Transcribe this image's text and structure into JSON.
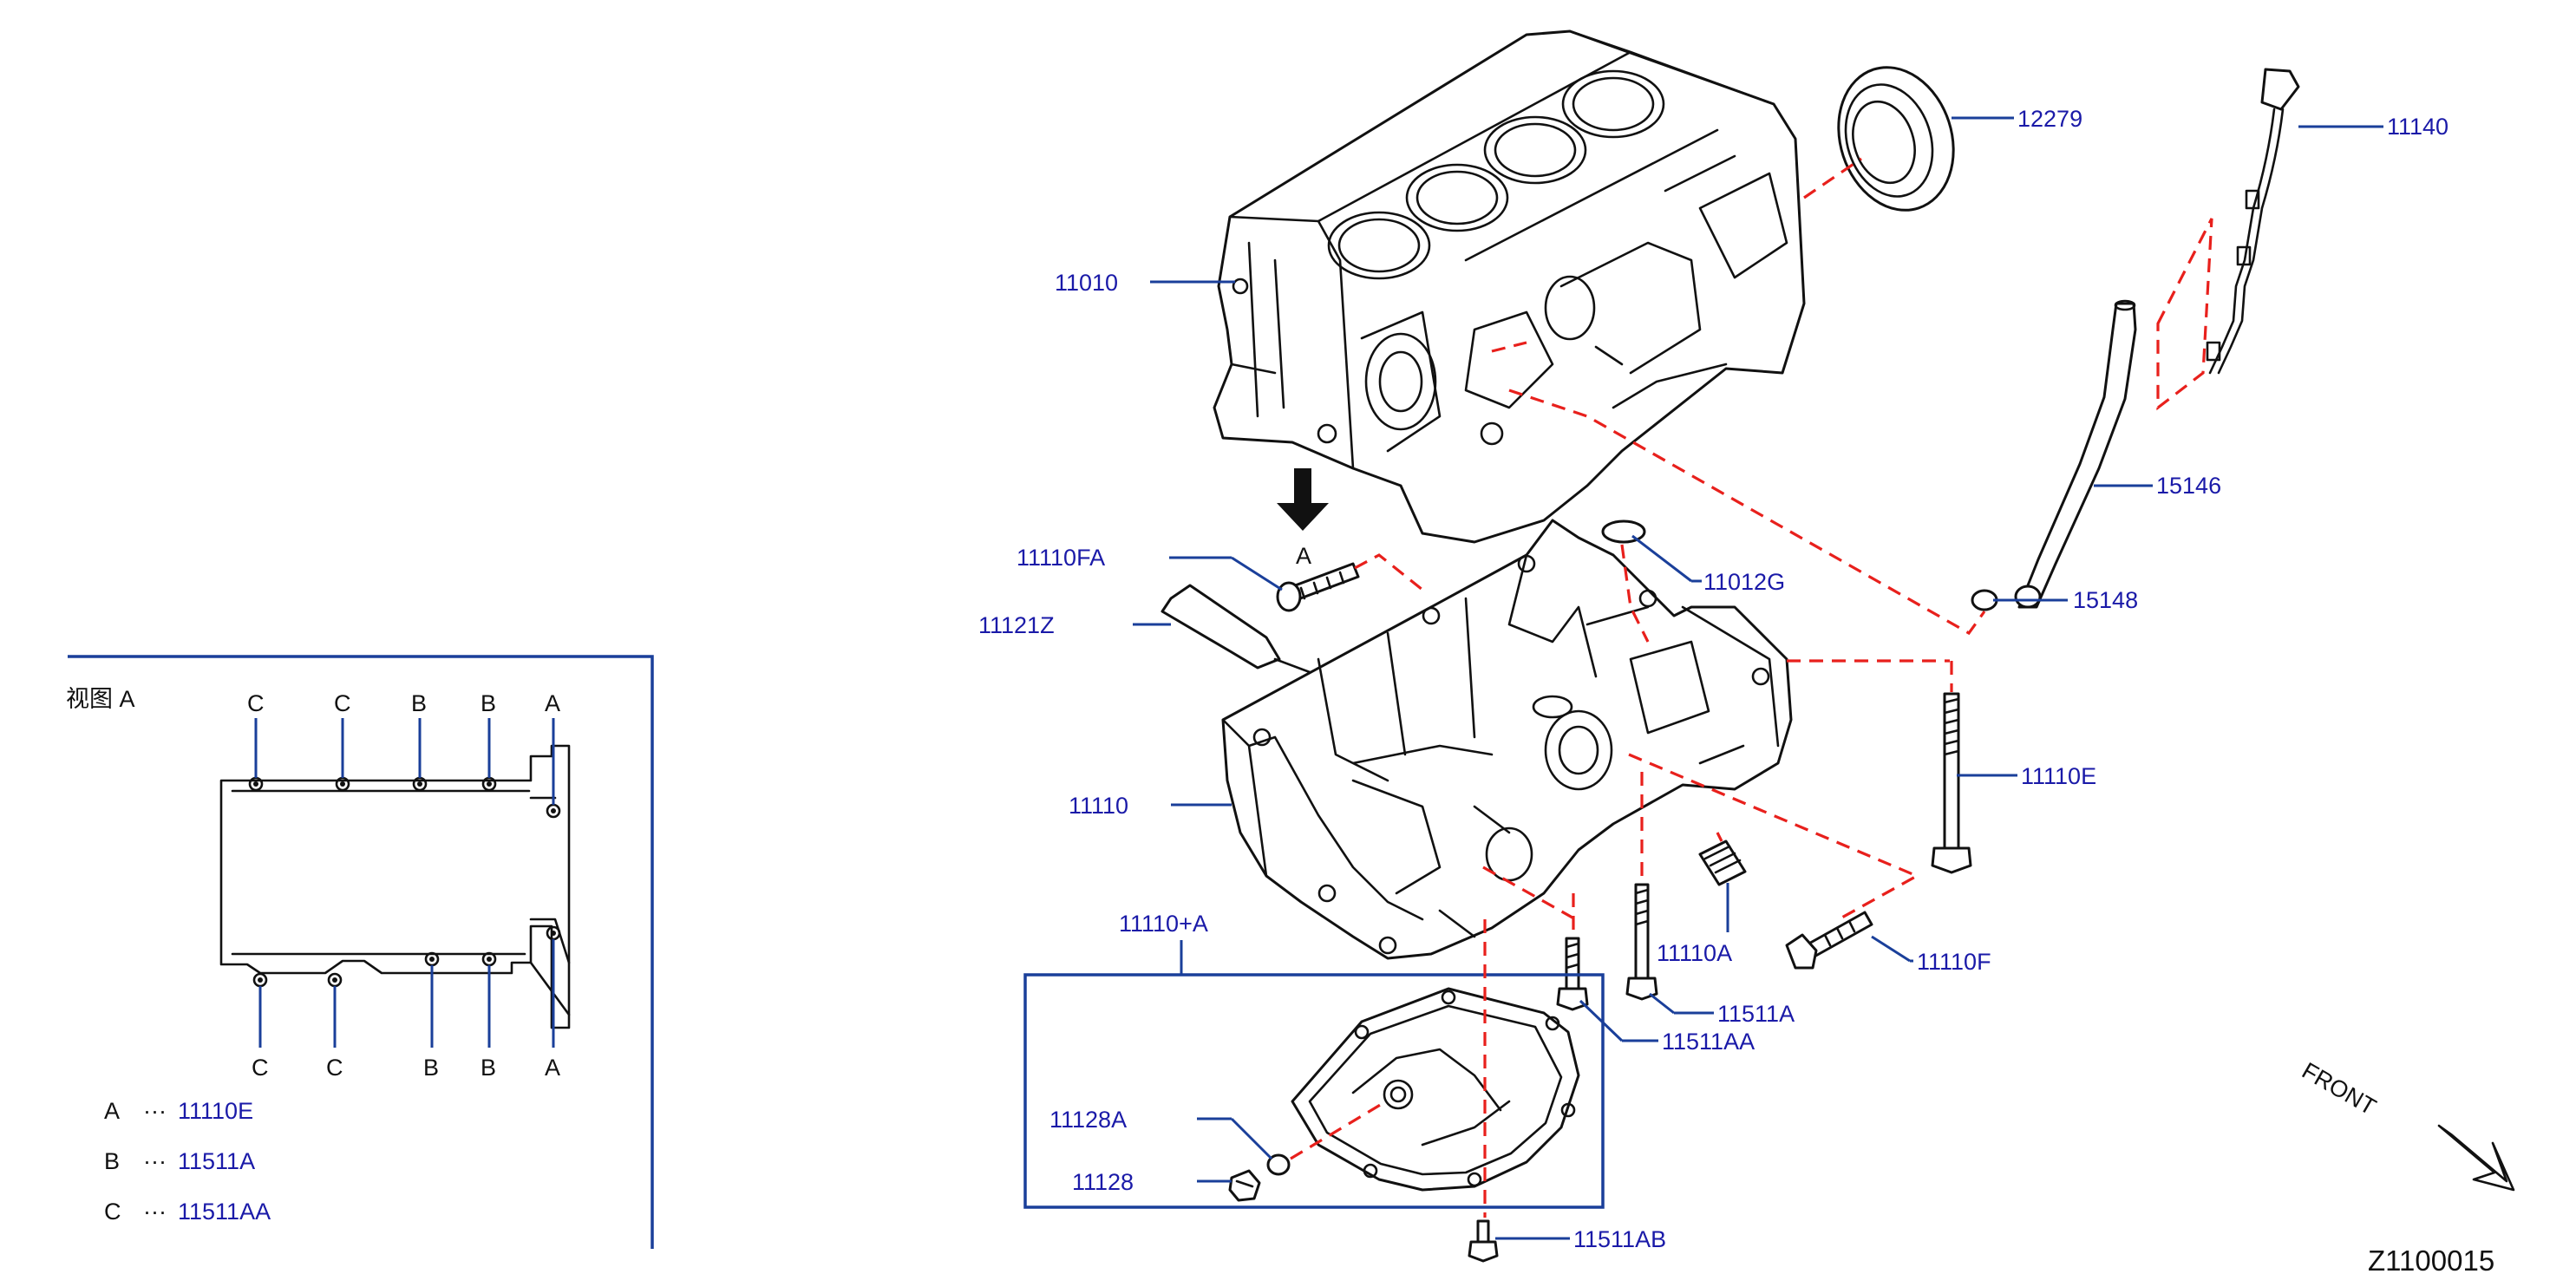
{
  "view": {
    "title": "视图 A",
    "top_letters": [
      "C",
      "C",
      "B",
      "B",
      "A"
    ],
    "bottom_letters": [
      "C",
      "C",
      "B",
      "B",
      "A"
    ],
    "legend": [
      {
        "letter": "A",
        "dots": "···",
        "part": "11110E"
      },
      {
        "letter": "B",
        "dots": "···",
        "part": "11511A"
      },
      {
        "letter": "C",
        "dots": "···",
        "part": "11511AA"
      }
    ]
  },
  "view_marker": "A",
  "callouts": {
    "c11010": "11010",
    "c12279": "12279",
    "c11140": "11140",
    "c15146": "15146",
    "c15148": "15148",
    "c11110FA": "11110FA",
    "c11012G": "11012G",
    "c11121Z": "11121Z",
    "c11110": "11110",
    "c11110E": "11110E",
    "c11110A": "11110A",
    "c11110F": "11110F",
    "c11511A": "11511A",
    "c11511AA": "11511AA",
    "c11110plusA": "11110+A",
    "c11128A": "11128A",
    "c11128": "11128",
    "c11511AB": "11511AB"
  },
  "front_label": "FRONT",
  "diagram_code": "Z1100015",
  "colors": {
    "callout": "#1a1aa8",
    "leader": "#1a3f9a",
    "dashed": "#e8201c",
    "outline": "#111111"
  }
}
